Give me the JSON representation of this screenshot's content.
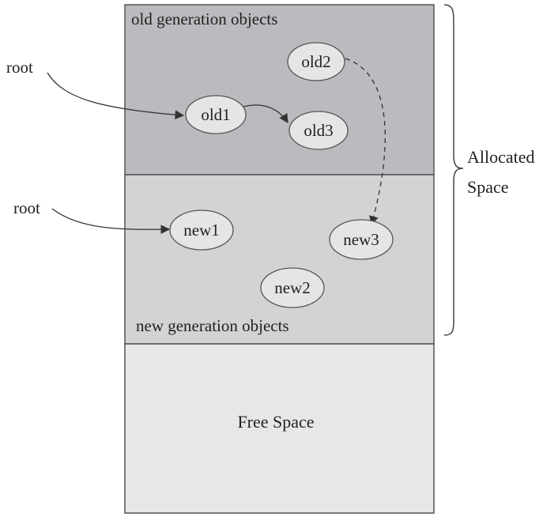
{
  "regions": {
    "old_generation": "old generation objects",
    "new_generation": "new generation objects",
    "free_space": "Free Space"
  },
  "brace_label": {
    "line1": "Allocated",
    "line2": "Space"
  },
  "roots": {
    "root_old": "root",
    "root_new": "root"
  },
  "nodes": {
    "old1": "old1",
    "old2": "old2",
    "old3": "old3",
    "new1": "new1",
    "new2": "new2",
    "new3": "new3"
  },
  "colors": {
    "old_region": "#bbbbbf",
    "new_region": "#d3d3d6",
    "free_region": "#e7e7e7",
    "node_fill": "#e5e5e5",
    "stroke": "#555555"
  }
}
